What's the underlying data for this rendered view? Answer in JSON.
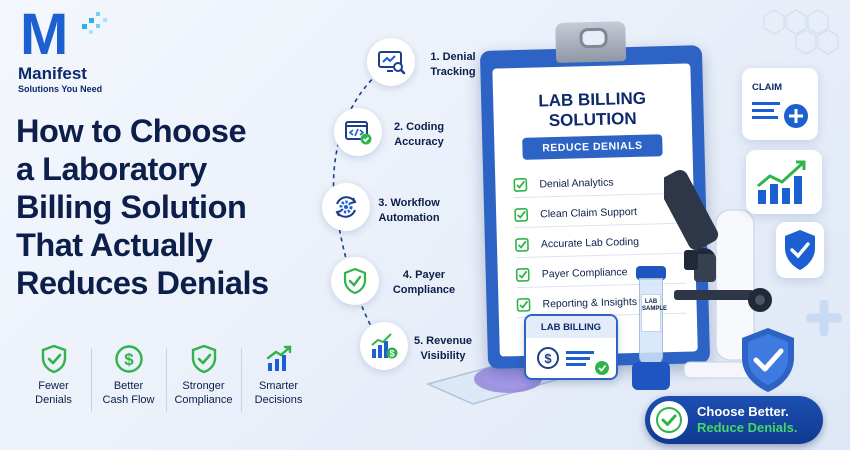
{
  "logo": {
    "mark": "M",
    "name": "Manifest",
    "tagline": "Solutions You Need"
  },
  "headline": {
    "lines": [
      "How to Choose",
      "a Laboratory",
      "Billing Solution",
      "That Actually",
      "Reduces Denials"
    ]
  },
  "benefits": [
    {
      "icon": "shield-check-icon",
      "label_1": "Fewer",
      "label_2": "Denials"
    },
    {
      "icon": "dollar-circle-icon",
      "label_1": "Better",
      "label_2": "Cash Flow"
    },
    {
      "icon": "shield-check-icon",
      "label_1": "Stronger",
      "label_2": "Compliance"
    },
    {
      "icon": "bar-chart-icon",
      "label_1": "Smarter",
      "label_2": "Decisions"
    }
  ],
  "steps": [
    {
      "icon": "monitor-search-icon",
      "label_1": "1. Denial",
      "label_2": "Tracking"
    },
    {
      "icon": "code-check-icon",
      "label_1": "2. Coding",
      "label_2": "Accuracy"
    },
    {
      "icon": "gear-cycle-icon",
      "label_1": "3. Workflow",
      "label_2": "Automation"
    },
    {
      "icon": "shield-check-icon",
      "label_1": "4. Payer",
      "label_2": "Compliance"
    },
    {
      "icon": "revenue-chart-icon",
      "label_1": "5. Revenue",
      "label_2": "Visibility"
    }
  ],
  "clipboard": {
    "title_1": "LAB BILLING",
    "title_2": "SOLUTION",
    "pill": "REDUCE DENIALS",
    "items": [
      "Denial Analytics",
      "Clean Claim Support",
      "Accurate Lab Coding",
      "Payer Compliance",
      "Reporting & Insights"
    ]
  },
  "lab_card": {
    "title": "LAB BILLING"
  },
  "sample_tube": {
    "label_1": "LAB",
    "label_2": "SAMPLE"
  },
  "claim_card": {
    "label": "CLAIM"
  },
  "cta": {
    "line_1": "Choose Better.",
    "line_2": "Reduce Denials."
  },
  "colors": {
    "brand_blue": "#1b5fd1",
    "navy": "#0c1f4a",
    "accent_green": "#2fb34a",
    "cta_green": "#43d86a"
  }
}
